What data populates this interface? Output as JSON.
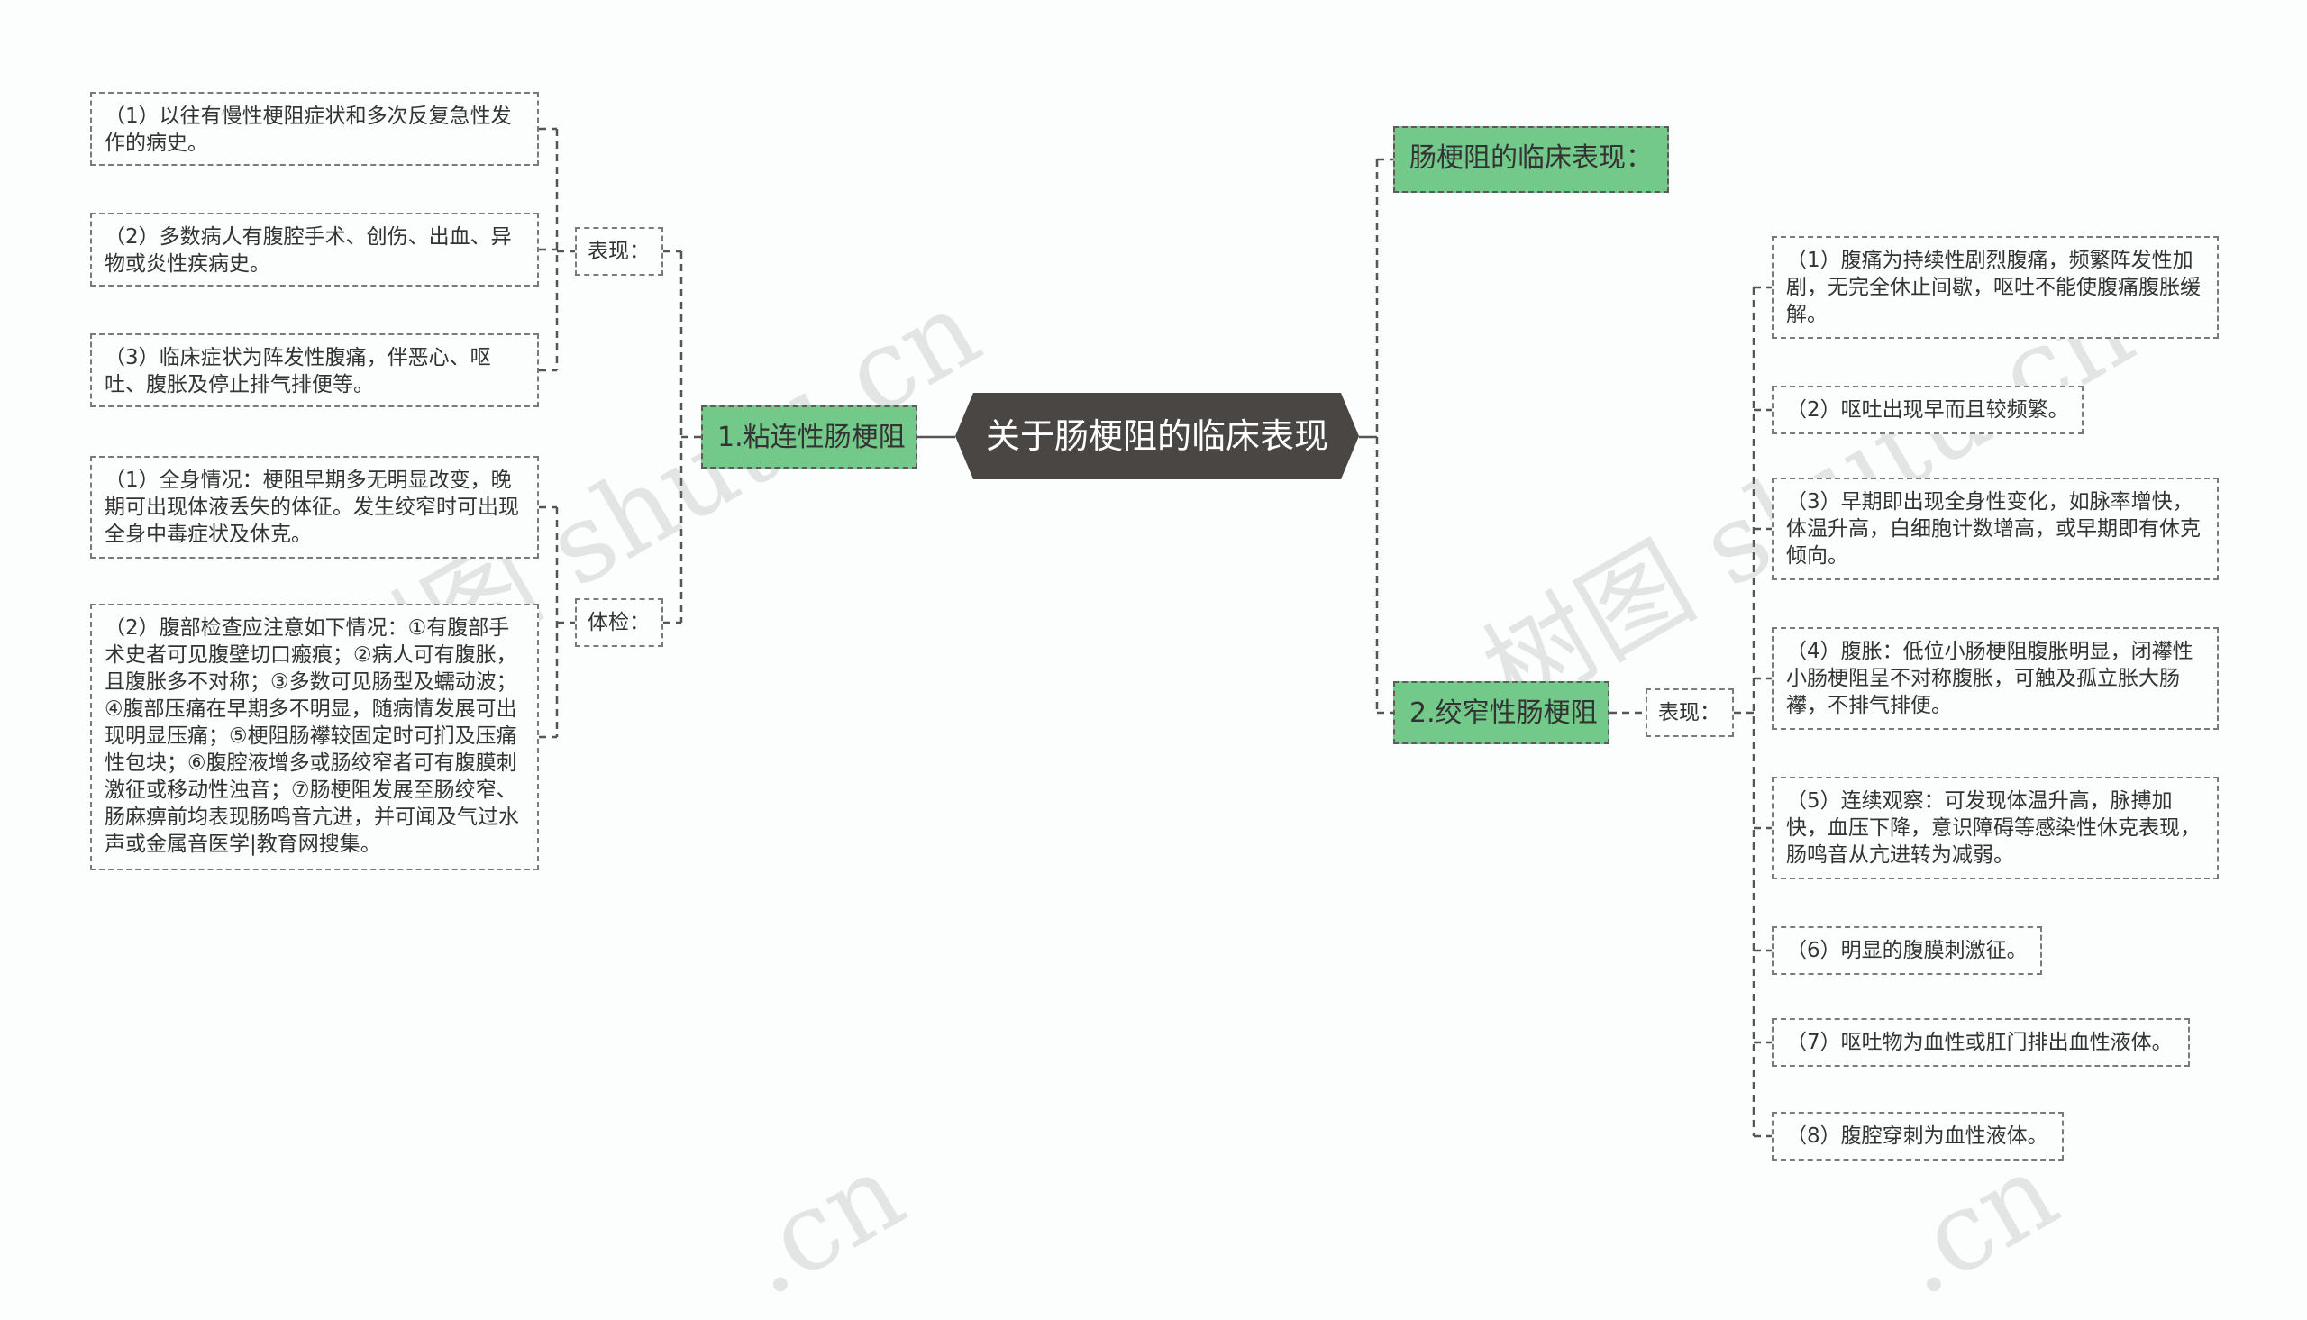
{
  "root": "关于肠梗阻的临床表现",
  "left_branch": {
    "title": "1.粘连性肠梗阻",
    "groups": [
      {
        "label": "表现：",
        "items": [
          "（1）以往有慢性梗阻症状和多次反复急性发作的病史。",
          "（2）多数病人有腹腔手术、创伤、出血、异物或炎性疾病史。",
          "（3）临床症状为阵发性腹痛，伴恶心、呕吐、腹胀及停止排气排便等。"
        ]
      },
      {
        "label": "体检：",
        "items": [
          "（1）全身情况：梗阻早期多无明显改变，晚期可出现体液丢失的体征。发生绞窄时可出现全身中毒症状及休克。",
          "（2）腹部检查应注意如下情况：①有腹部手术史者可见腹壁切口瘢痕；②病人可有腹胀，且腹胀多不对称；③多数可见肠型及蠕动波；④腹部压痛在早期多不明显，随病情发展可出现明显压痛；⑤梗阻肠襻较固定时可扪及压痛性包块；⑥腹腔液增多或肠绞窄者可有腹膜刺激征或移动性浊音；⑦肠梗阻发展至肠绞窄、肠麻痹前均表现肠鸣音亢进，并可闻及气过水声或金属音医学|教育网搜集。"
        ]
      }
    ]
  },
  "right_branch": {
    "heading": "肠梗阻的临床表现：",
    "title": "2.绞窄性肠梗阻",
    "label": "表现：",
    "items": [
      "（1）腹痛为持续性剧烈腹痛，频繁阵发性加剧，无完全休止间歇，呕吐不能使腹痛腹胀缓解。",
      "（2）呕吐出现早而且较频繁。",
      "（3）早期即出现全身性变化，如脉率增快，体温升高，白细胞计数增高，或早期即有休克倾向。",
      "（4）腹胀：低位小肠梗阻腹胀明显，闭襻性小肠梗阻呈不对称腹胀，可触及孤立胀大肠襻，不排气排便。",
      "（5）连续观察：可发现体温升高，脉搏加快，血压下降，意识障碍等感染性休克表现，肠鸣音从亢进转为减弱。",
      "（6）明显的腹膜刺激征。",
      "（7）呕吐物为血性或肛门排出血性液体。",
      "（8）腹腔穿刺为血性液体。"
    ]
  },
  "watermarks": [
    "树图 shutu.cn",
    "树图 shutu.cn",
    ".cn",
    ".cn"
  ],
  "colors": {
    "root_bg": "#4a4644",
    "branch_bg": "#73c98a",
    "line": "#555555"
  }
}
